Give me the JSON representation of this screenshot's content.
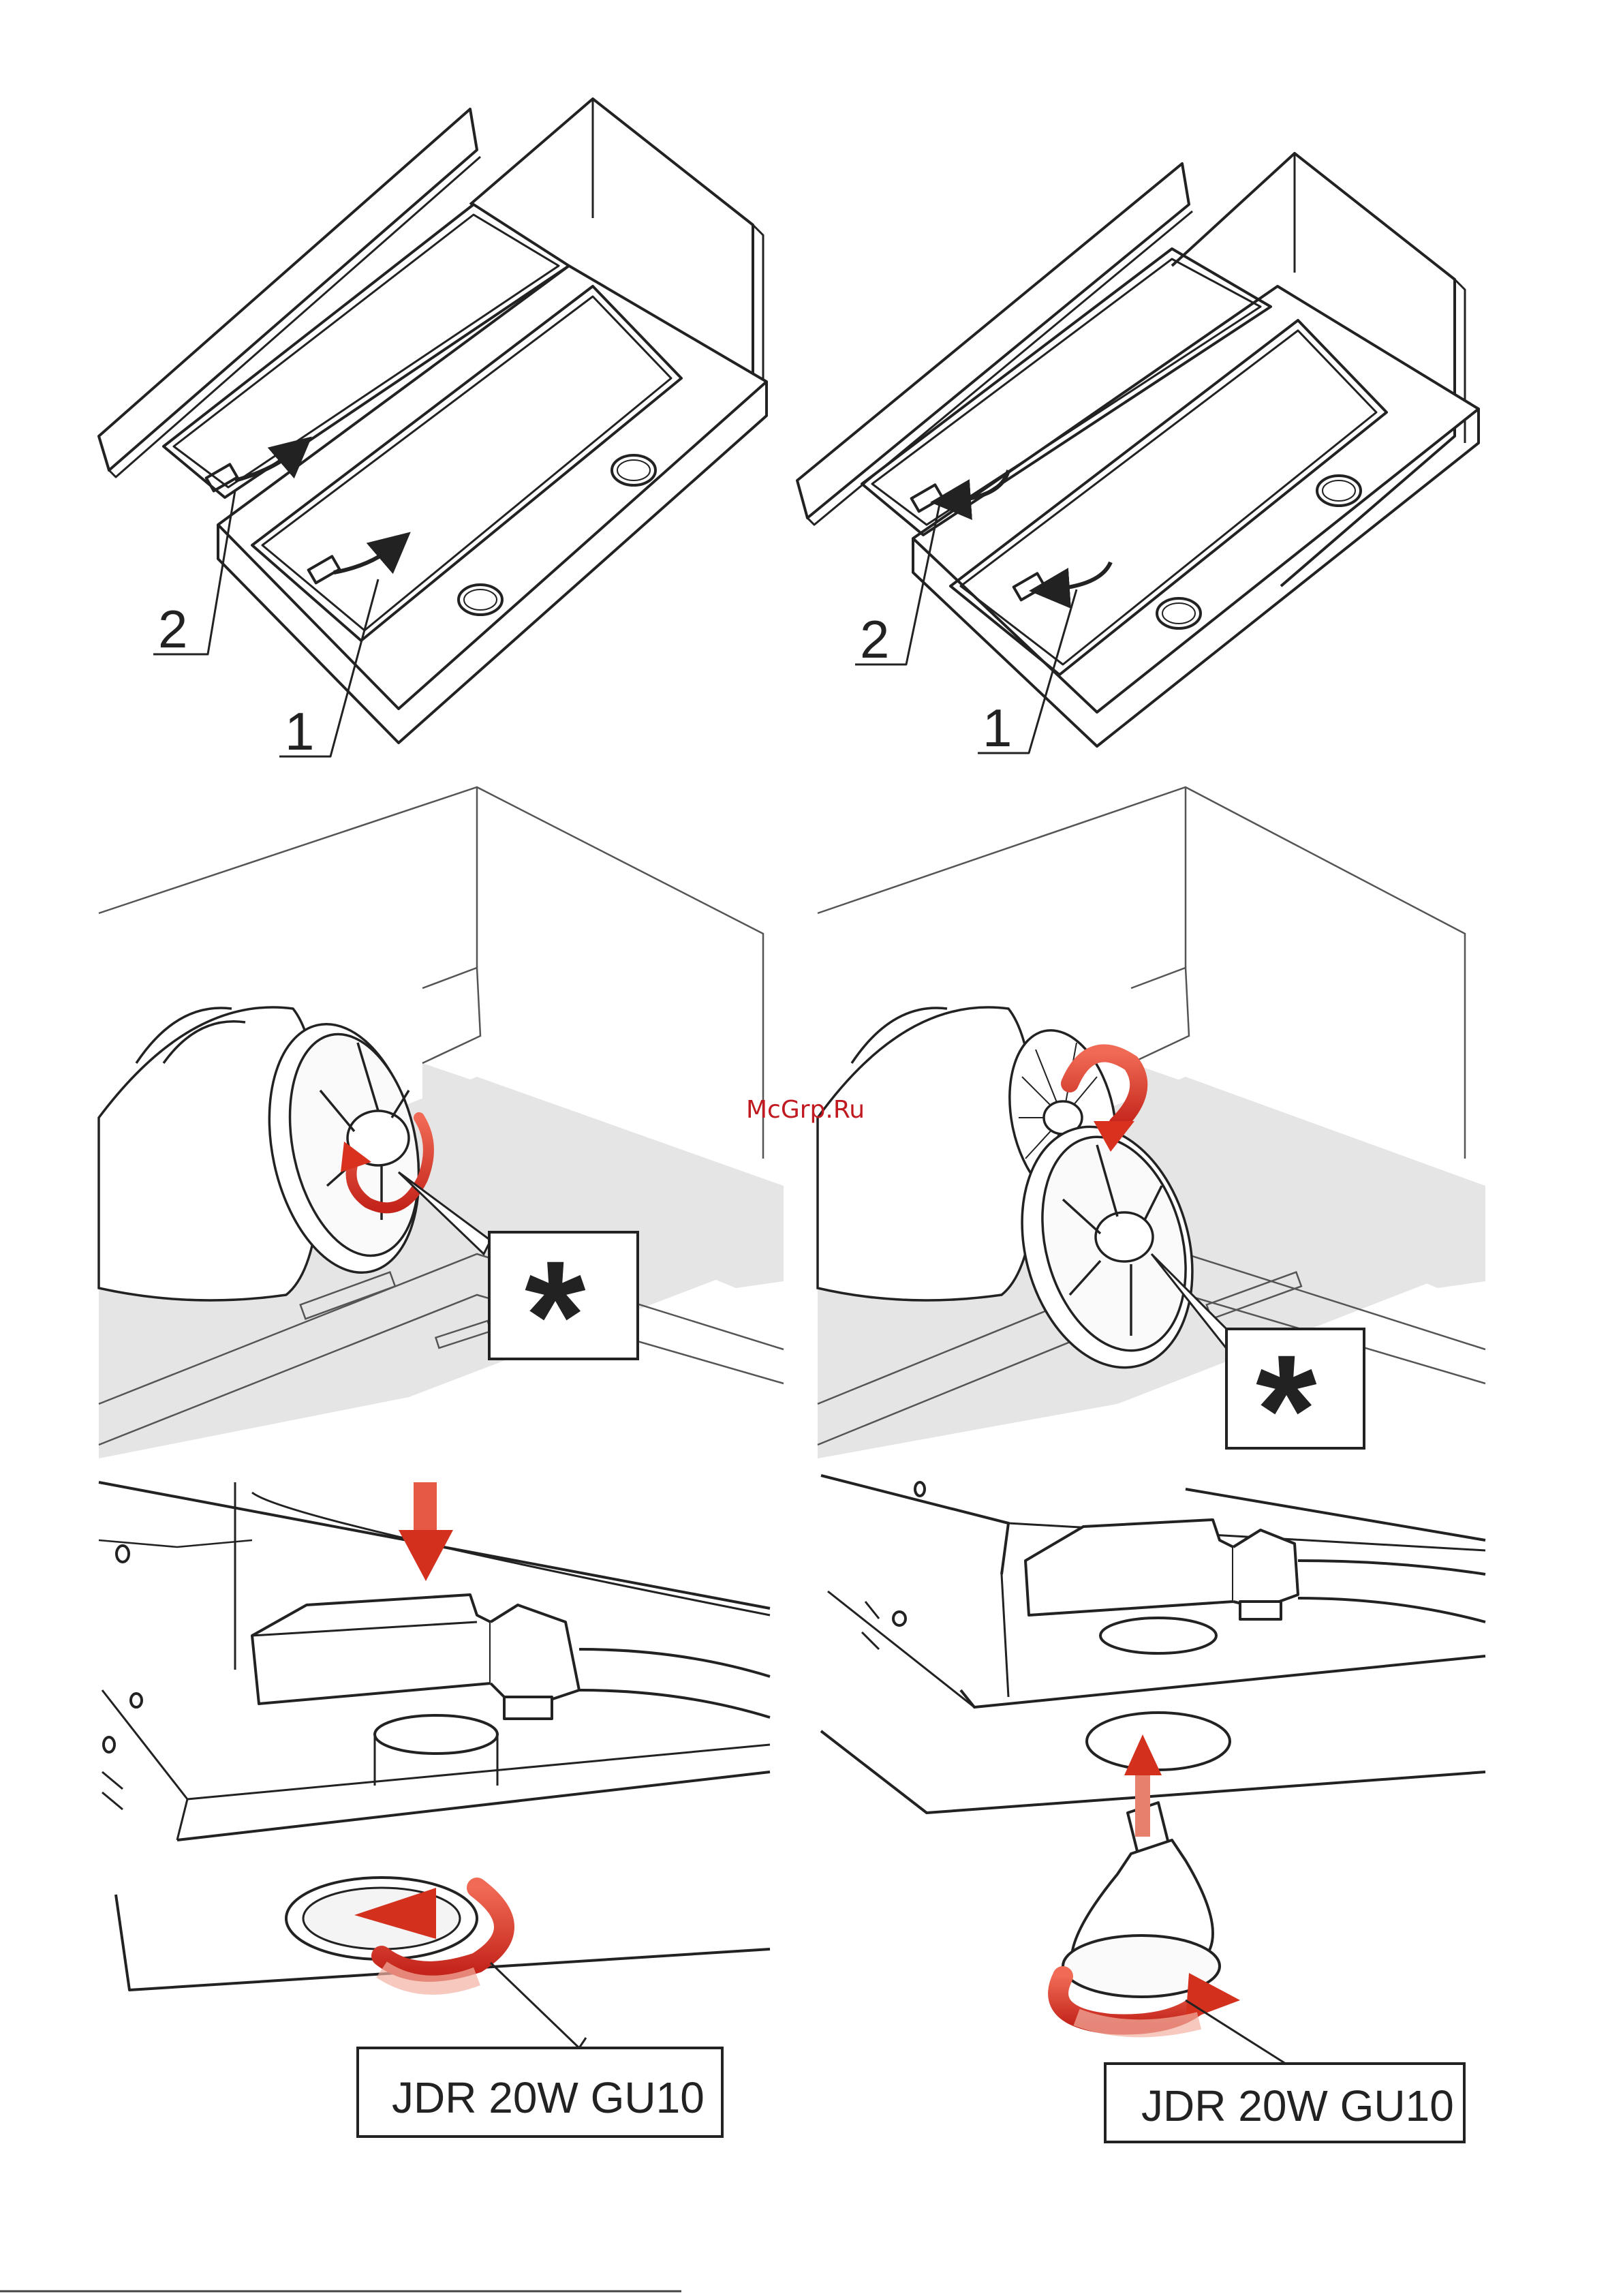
{
  "panel_1": {
    "callout_1": "1",
    "callout_2": "2"
  },
  "panel_2": {
    "callout_1": "1",
    "callout_2": "2"
  },
  "panel_3": {
    "callout": "*"
  },
  "panel_4": {
    "callout": "*"
  },
  "watermark": "McGrp.Ru",
  "panel_5": {
    "lamp_label": "JDR  20W GU10"
  },
  "panel_6": {
    "lamp_label": "JDR 20W GU10"
  },
  "colors": {
    "line": "#222222",
    "shade": "#e5e5e5",
    "arrow": "#e03a2a",
    "arrow_dark": "#b51e16"
  }
}
